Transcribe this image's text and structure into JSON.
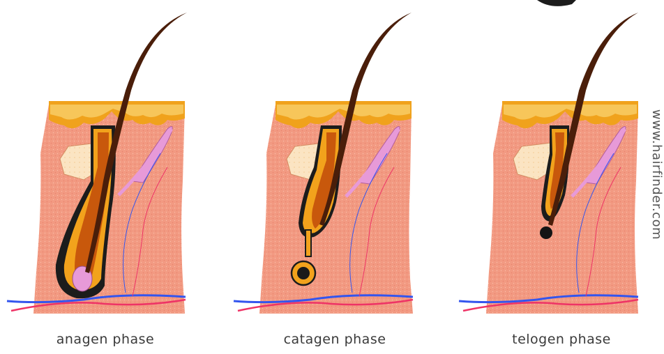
{
  "phases": [
    {
      "id": "anagen",
      "caption": "anagen phase"
    },
    {
      "id": "catagen",
      "caption": "catagen phase"
    },
    {
      "id": "telogen",
      "caption": "telogen phase"
    }
  ],
  "watermark": "www.hairfinder.com",
  "colors": {
    "skin": "#f29a82",
    "skin_light": "#f7b8a0",
    "epidermis": "#f0a21c",
    "epidermis_light": "#f7c65a",
    "fat": "#fbe4c2",
    "hair": "#4a1e0a",
    "follicle": "#f2a21c",
    "follicle_dark": "#c8580c",
    "gland": "#e79ad8",
    "vein": "#3355ee",
    "artery": "#ee3366"
  }
}
